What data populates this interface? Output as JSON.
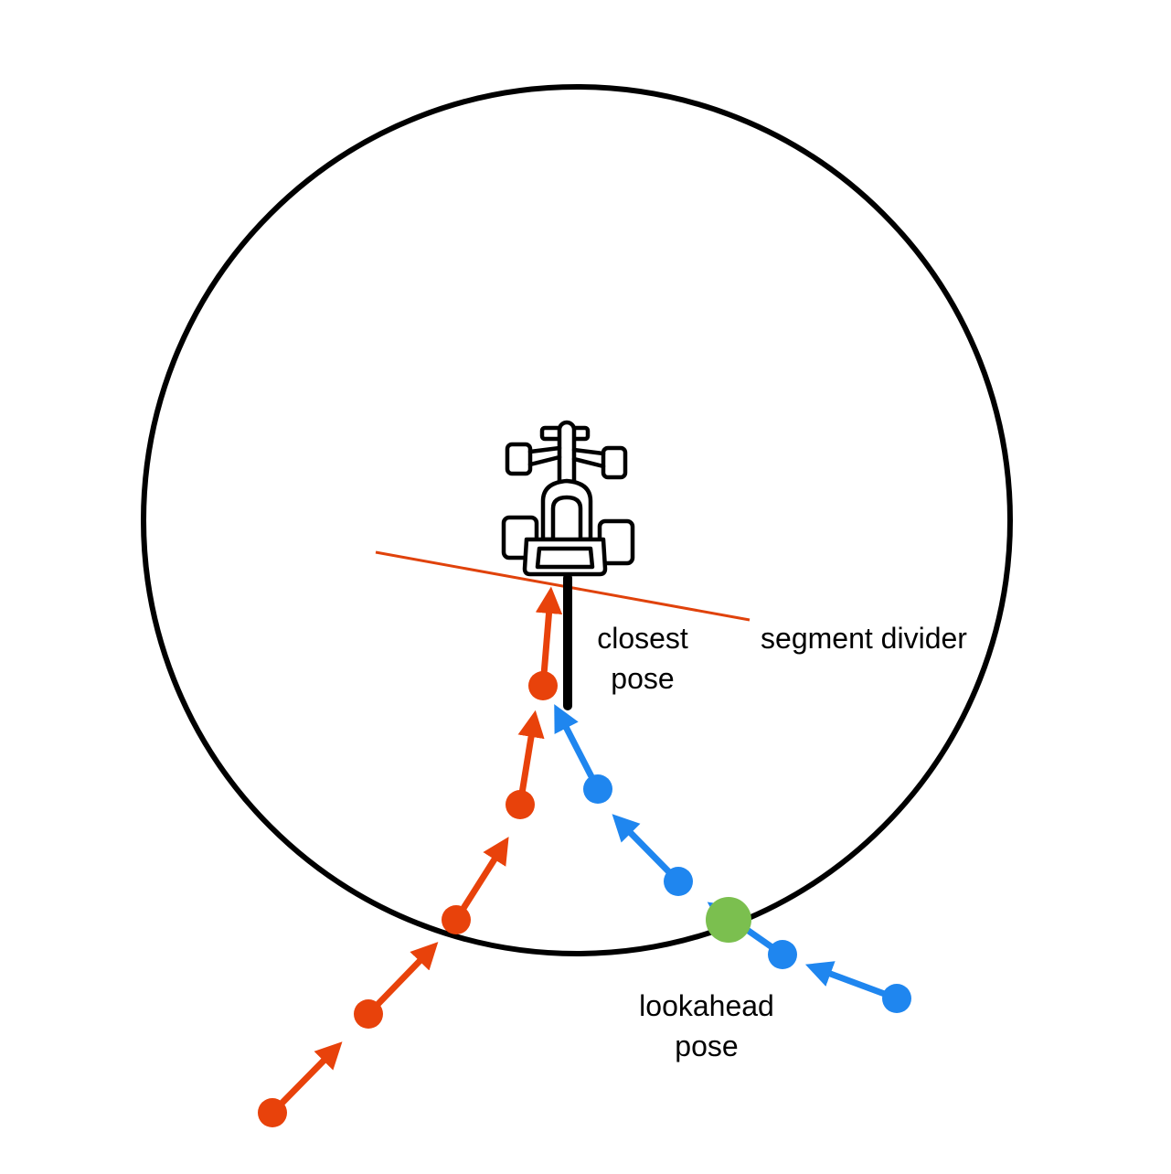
{
  "labels": {
    "closest_pose": "closest\npose",
    "segment_divider": "segment divider",
    "lookahead_pose": "lookahead\npose"
  },
  "colors": {
    "path_a": "#e8420b",
    "path_b": "#1f86ef",
    "lookahead_point": "#7bbf4f",
    "circle": "#000000",
    "divider": "#e0420b",
    "closest_pose_bar": "#000000"
  },
  "icons": {
    "robot": "race-car-top-view-icon"
  }
}
